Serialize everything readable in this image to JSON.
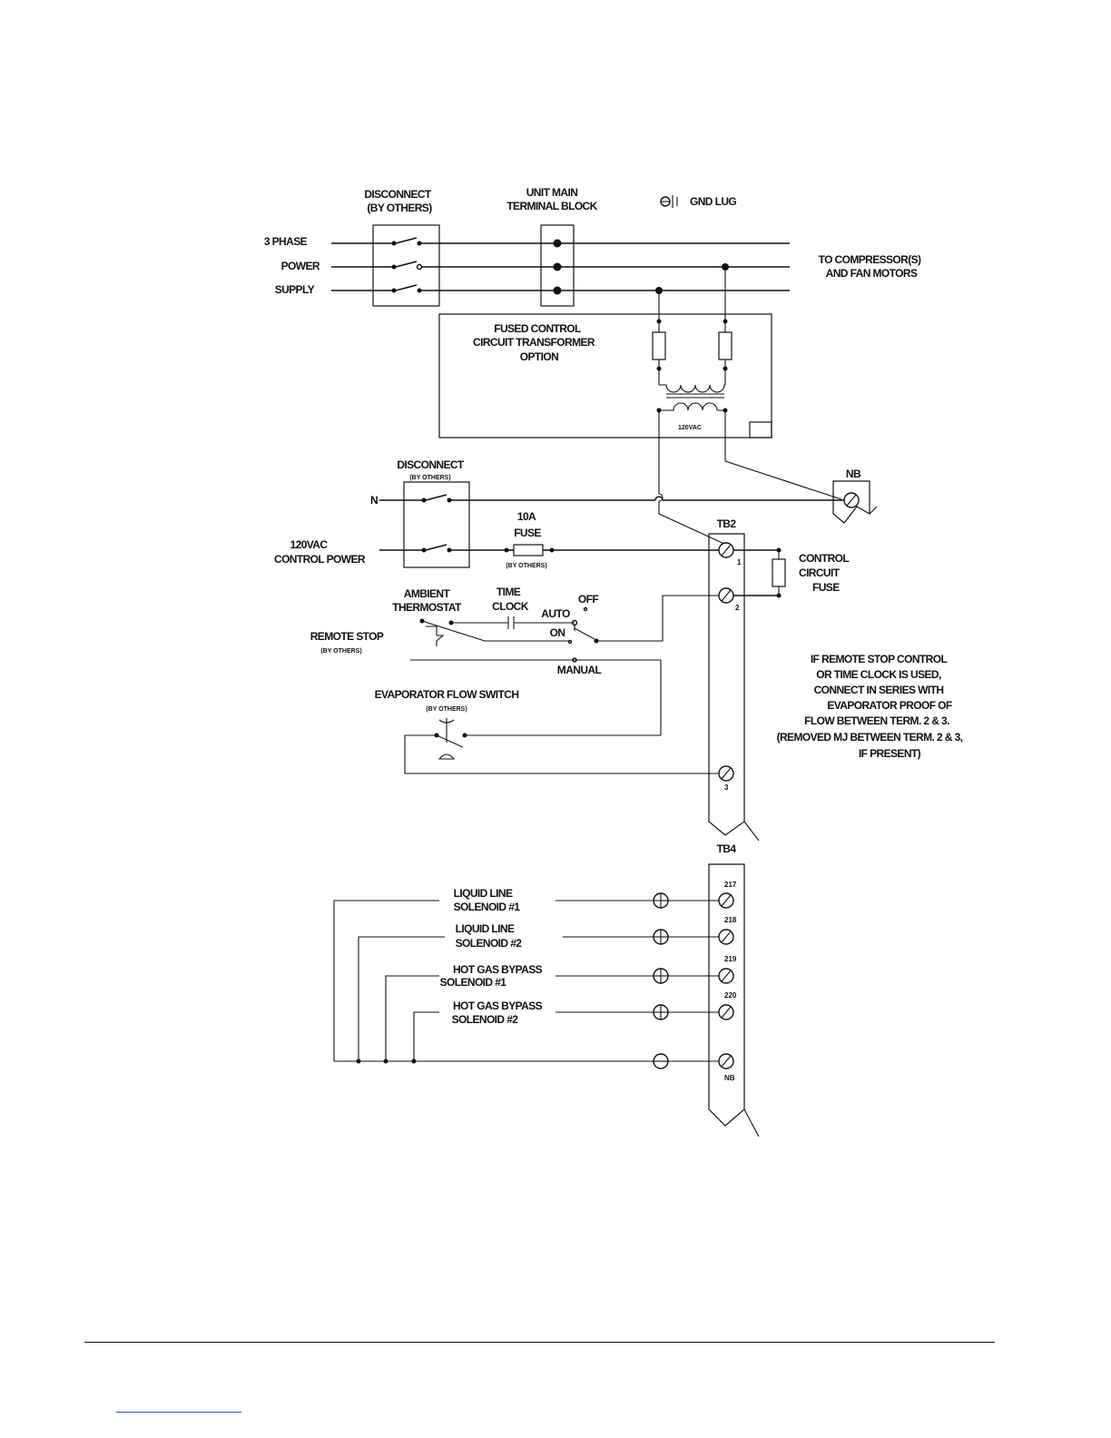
{
  "labels": {
    "disconnect_top": "DISCONNECT",
    "by_others_top": "(BY OTHERS)",
    "unit_main": "UNIT MAIN",
    "terminal_block": "TERMINAL BLOCK",
    "gnd_lug": "GND LUG",
    "phase_3": "3 PHASE",
    "power": "POWER",
    "supply": "SUPPLY",
    "to_compressors": "TO COMPRESSOR(S)",
    "and_fan_motors": "AND FAN MOTORS",
    "fused_control": "FUSED CONTROL",
    "circuit_transformer": "CIRCUIT TRANSFORMER",
    "option": "OPTION",
    "vac_120_small": "120VAC",
    "disconnect_mid": "DISCONNECT",
    "by_others_mid": "(BY OTHERS)",
    "nb": "NB",
    "n": "N",
    "fuse_10a": "10A",
    "fuse": "FUSE",
    "fuse_by_others": "(BY OTHERS)",
    "tb2": "TB2",
    "vac_120_control": "120VAC",
    "control_power": "CONTROL POWER",
    "control": "CONTROL",
    "circuit": "CIRCUIT",
    "circuit_fuse": "FUSE",
    "ambient": "AMBIENT",
    "thermostat": "THERMOSTAT",
    "time": "TIME",
    "clock": "CLOCK",
    "auto": "AUTO",
    "off": "OFF",
    "on": "ON",
    "manual": "MANUAL",
    "remote_stop": "REMOTE STOP",
    "remote_by_others": "(BY OTHERS)",
    "evap_flow_switch": "EVAPORATOR FLOW SWITCH",
    "evap_by_others": "(BY OTHERS)",
    "term_1": "1",
    "term_2": "2",
    "term_3": "3",
    "tb4": "TB4",
    "liquid_line_1a": "LIQUID LINE",
    "liquid_line_1b": "SOLENOID #1",
    "liquid_line_2a": "LIQUID LINE",
    "liquid_line_2b": "SOLENOID #2",
    "hot_gas_1a": "HOT GAS BYPASS",
    "hot_gas_1b": "SOLENOID #1",
    "hot_gas_2a": "HOT GAS BYPASS",
    "hot_gas_2b": "SOLENOID #2",
    "term_217": "217",
    "term_218": "218",
    "term_219": "219",
    "term_220": "220",
    "term_nb": "NB"
  },
  "note": [
    "IF REMOTE STOP CONTROL",
    "OR TIME CLOCK IS USED,",
    "CONNECT IN SERIES WITH",
    "EVAPORATOR PROOF OF",
    "FLOW BETWEEN TERM. 2 & 3.",
    "(REMOVED MJ BETWEEN TERM. 2 & 3,",
    "IF PRESENT)"
  ]
}
